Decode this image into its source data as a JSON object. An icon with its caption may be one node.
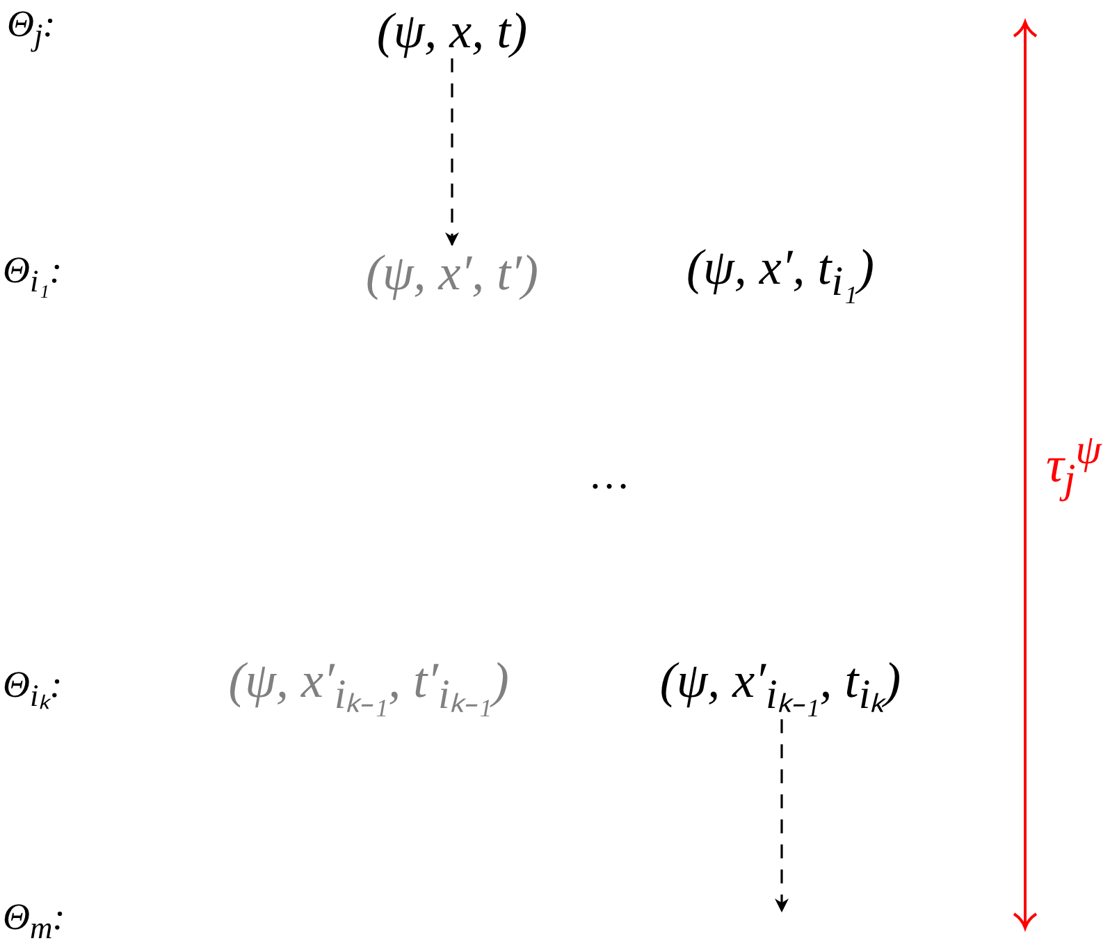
{
  "diagram": {
    "nodes": [
      {
        "text": [
          "(ψ, x, t)"
        ]
      },
      {
        "text": [
          "(ψ, x′, t′)"
        ]
      },
      {
        "text": [
          "(ψ, x′, t$_{i₁}$)"
        ]
      },
      {
        "text": [
          "(ψ, x′$_{iₖ₋₁}$, t′$_{iₖ₋₁}$)"
        ]
      },
      {
        "text": [
          "(ψ, x′$_{iₖ₋₁}$, t$_{iₖ}$)"
        ]
      }
    ],
    "edges": [
      {
        "from": 0,
        "to": 1,
        "arrow": "to",
        "style": "dashed"
      },
      {
        "from": 4,
        "to": null,
        "arrow": "to",
        "style": "dashed"
      }
    ],
    "labels": [
      "Θ$_{j}$:",
      "Θ$_{i₁}$:",
      "…",
      "τ$_{j}$$^{ψ}$",
      "Θ$_{iₖ}$:",
      "Θ$_{m}$:"
    ]
  }
}
